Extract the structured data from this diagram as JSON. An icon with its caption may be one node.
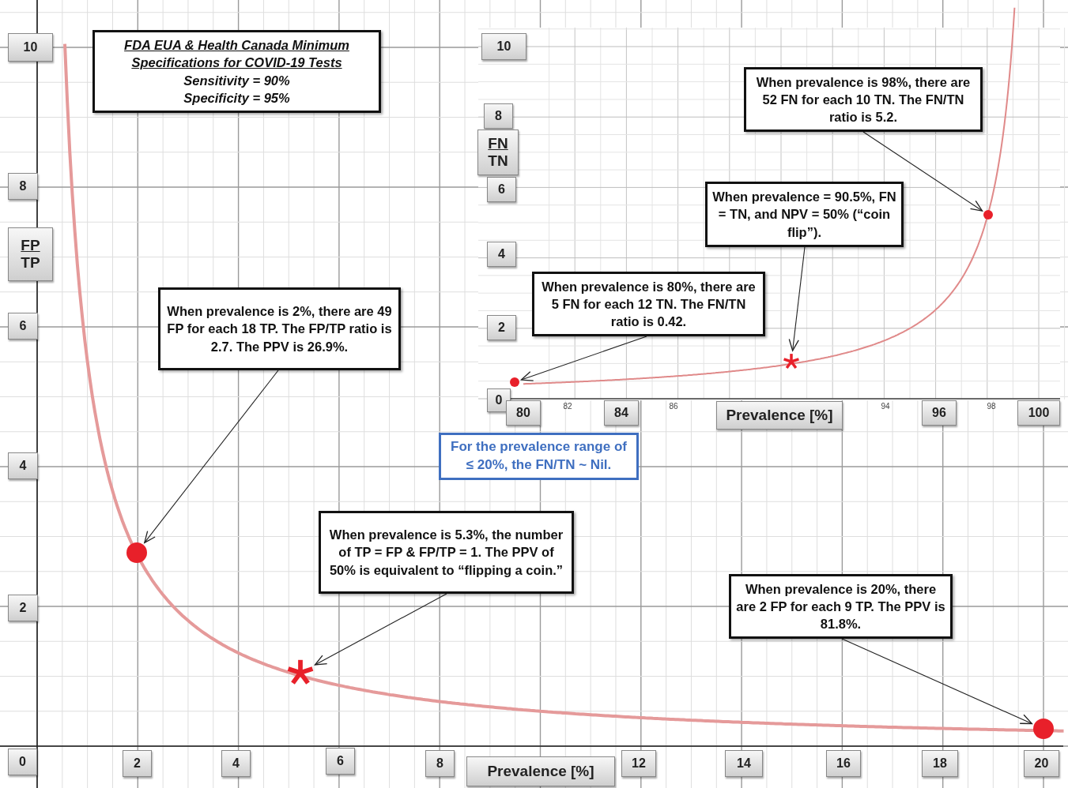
{
  "diagram": {
    "nodes": [
      {
        "text": [
          "FDA EUA & Health Canada Minimum Specifications for COVID-19 Tests",
          "Sensitivity = 90%",
          "Specificity = 95%"
        ]
      },
      {
        "text": [
          "When prevalence is 98%, there are 52 FN for each 10 TN. The FN/TN ratio is 5.2."
        ]
      },
      {
        "text": [
          "When prevalence = 90.5%, FN = TN, and NPV = 50% (“coin flip”)."
        ]
      },
      {
        "text": [
          "When prevalence is 80%, there are 5 FN for each 12 TN. The FN/TN ratio is 0.42."
        ]
      },
      {
        "text": [
          "When prevalence is 2%, there are 49 FP for each 18 TP. The FP/TP ratio is 2.7. The PPV is 26.9%."
        ]
      },
      {
        "text": [
          "For the prevalence range of ≤ 20%, the FN/TN ~ Nil."
        ]
      },
      {
        "text": [
          "When prevalence is 5.3%, the number of TP = FP & FP/TP = 1. The PPV of 50% is equivalent to “flipping a coin.”"
        ]
      },
      {
        "text": [
          "When prevalence is 20%, there are 2 FP for each 9 TP. The PPV is 81.8%."
        ]
      },
      {
        "text": [],
        "shape": "circle"
      },
      {
        "text": [],
        "shape": "asterisk"
      },
      {
        "text": [],
        "shape": "circle"
      },
      {
        "text": [],
        "shape": "circle"
      },
      {
        "text": [],
        "shape": "asterisk"
      },
      {
        "text": [],
        "shape": "circle"
      }
    ],
    "edges": [
      {
        "from": 1,
        "to": 8,
        "arrow": "to"
      },
      {
        "from": 2,
        "to": 9,
        "arrow": "to"
      },
      {
        "from": 3,
        "to": 10,
        "arrow": "to"
      },
      {
        "from": 4,
        "to": 11,
        "arrow": "to"
      },
      {
        "from": 6,
        "to": 12,
        "arrow": "to"
      },
      {
        "from": 7,
        "to": 13,
        "arrow": "to"
      }
    ],
    "labels": [
      "10",
      "8",
      "FP",
      "TP",
      "6",
      "4",
      "2",
      "0",
      "2",
      "4",
      "6",
      "8",
      "Prevalence [%]",
      "12",
      "14",
      "16",
      "18",
      "20",
      "10",
      "8",
      "FN",
      "TN",
      "6",
      "4",
      "2",
      "0",
      "80",
      "82",
      "84",
      "86",
      "Prevalence [%]",
      "94",
      "96",
      "98",
      "100"
    ]
  }
}
